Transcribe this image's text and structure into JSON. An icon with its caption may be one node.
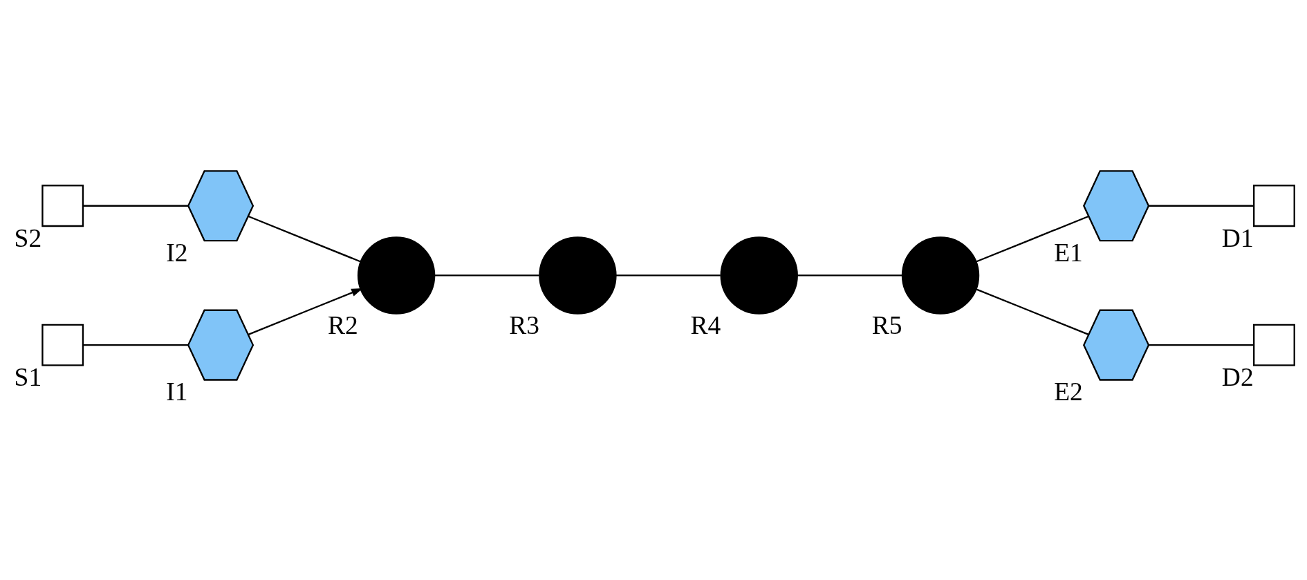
{
  "diagram": {
    "nodes": [
      {
        "text": [],
        "shape": "box",
        "beside": [
          "S2"
        ]
      },
      {
        "text": [],
        "shape": "hexagon",
        "beside": [
          "I2"
        ]
      },
      {
        "text": [],
        "shape": "box",
        "beside": [
          "S1"
        ]
      },
      {
        "text": [],
        "shape": "hexagon",
        "beside": [
          "I1"
        ]
      },
      {
        "text": [],
        "shape": "circle",
        "beside": [
          "R2"
        ]
      },
      {
        "text": [],
        "shape": "circle",
        "beside": [
          "R3"
        ]
      },
      {
        "text": [],
        "shape": "circle",
        "beside": [
          "R4"
        ]
      },
      {
        "text": [],
        "shape": "circle",
        "beside": [
          "R5"
        ]
      },
      {
        "text": [],
        "shape": "hexagon",
        "beside": [
          "E1"
        ]
      },
      {
        "text": [],
        "shape": "box",
        "beside": [
          "D1"
        ]
      },
      {
        "text": [],
        "shape": "hexagon",
        "beside": [
          "E2"
        ]
      },
      {
        "text": [],
        "shape": "box",
        "beside": [
          "D2"
        ]
      }
    ],
    "edges": [
      {
        "from": 0,
        "to": 1,
        "arrow": "none"
      },
      {
        "from": 1,
        "to": 4,
        "arrow": "none"
      },
      {
        "from": 2,
        "to": 3,
        "arrow": "none"
      },
      {
        "from": 3,
        "to": 4,
        "arrow": "to"
      },
      {
        "from": 4,
        "to": 5,
        "arrow": "none"
      },
      {
        "from": 5,
        "to": 6,
        "arrow": "none"
      },
      {
        "from": 6,
        "to": 7,
        "arrow": "none"
      },
      {
        "from": 7,
        "to": 8,
        "arrow": "none"
      },
      {
        "from": 8,
        "to": 9,
        "arrow": "none"
      },
      {
        "from": 7,
        "to": 10,
        "arrow": "none"
      },
      {
        "from": 10,
        "to": 11,
        "arrow": "none"
      }
    ]
  }
}
